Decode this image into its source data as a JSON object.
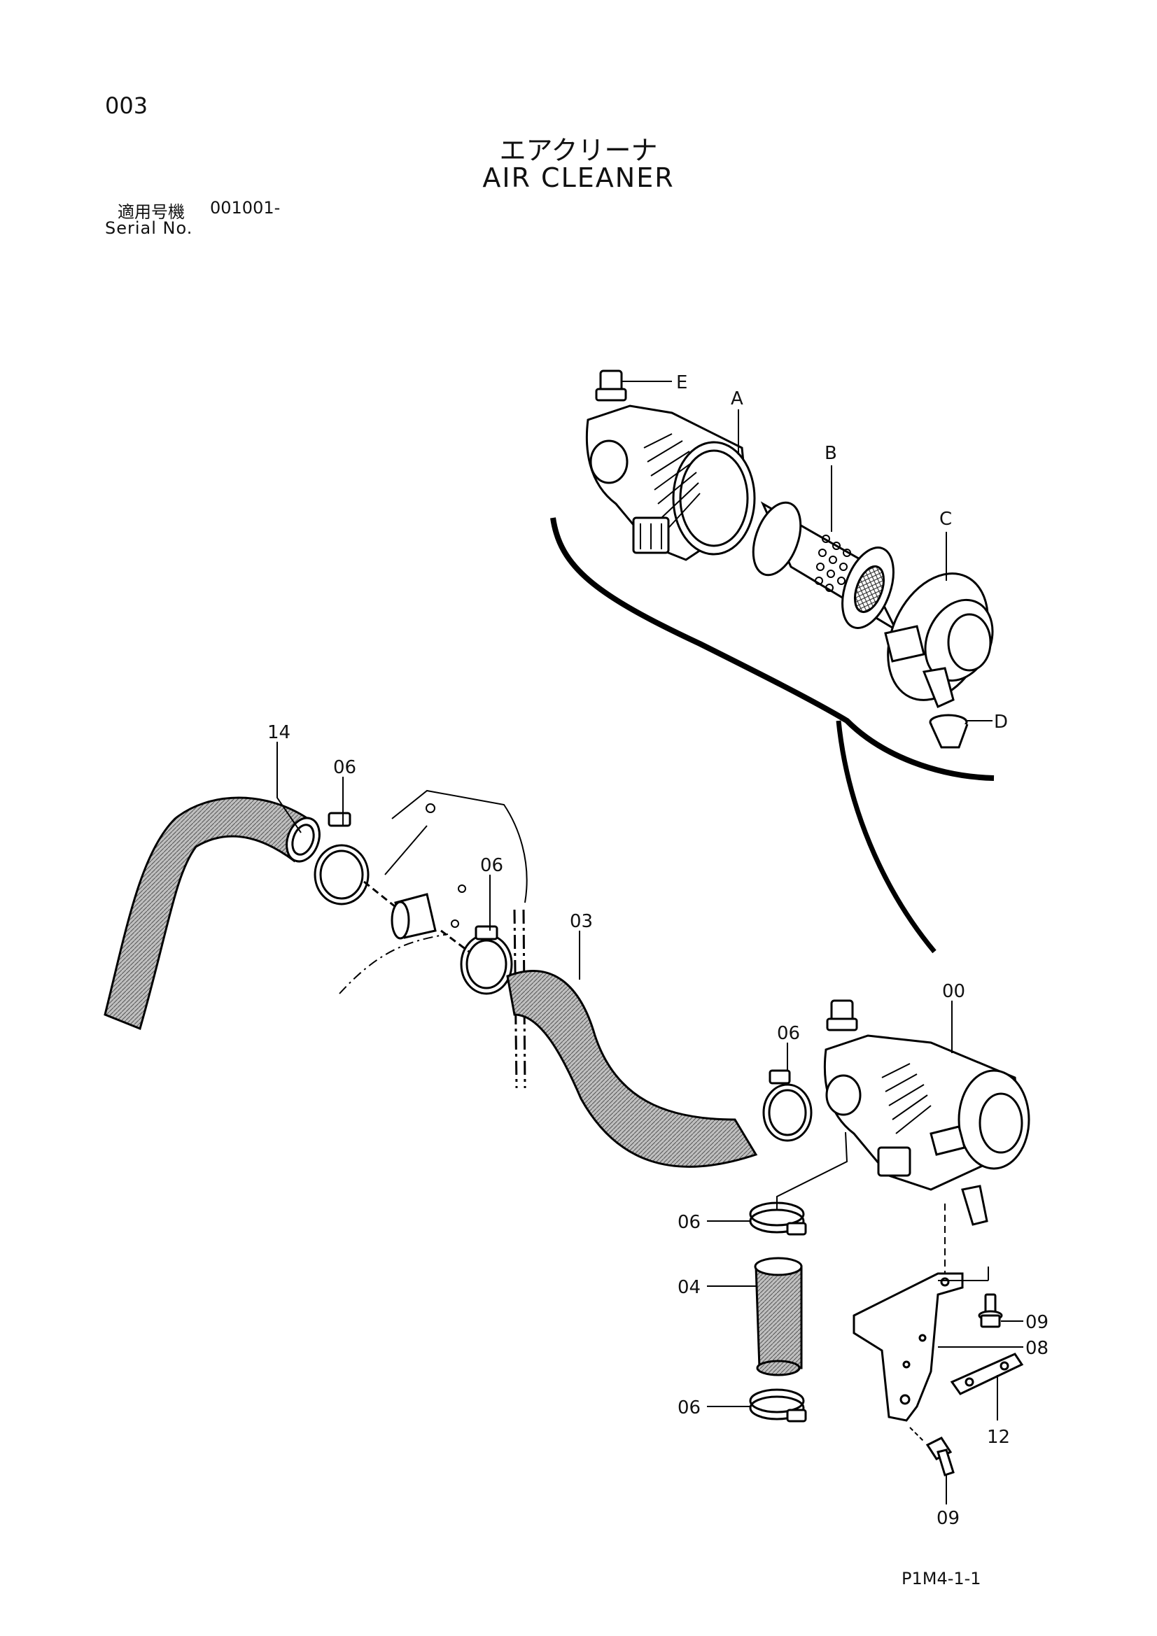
{
  "header": {
    "page_number": "003",
    "title_jp": "エアクリーナ",
    "title_en": "AIR CLEANER",
    "serial_label_jp": "適用号機",
    "serial_value": "001001-",
    "serial_label_en": "Serial No."
  },
  "footer": {
    "figure_code": "P1M4-1-1"
  },
  "callouts": {
    "E": "E",
    "A": "A",
    "B": "B",
    "C": "C",
    "D": "D",
    "p14": "14",
    "p06a": "06",
    "p06b": "06",
    "p03": "03",
    "p00": "00",
    "p06c": "06",
    "p06d": "06",
    "p04": "04",
    "p06e": "06",
    "p09a": "09",
    "p08": "08",
    "p12": "12",
    "p09b": "09"
  }
}
